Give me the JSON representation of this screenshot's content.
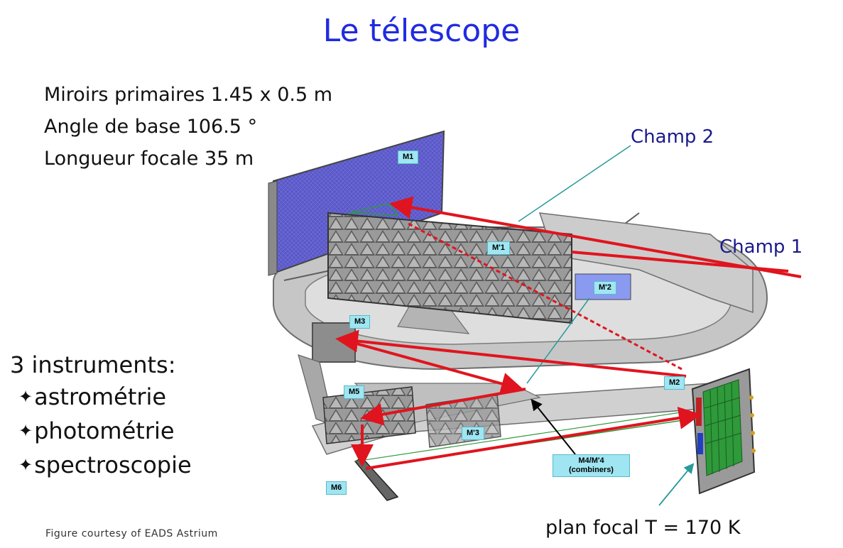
{
  "title": "Le télescope",
  "specs": [
    "Miroirs primaires  1.45 x 0.5 m",
    "Angle de base  106.5 °",
    "Longueur focale  35 m"
  ],
  "instruments": {
    "heading": "3 instruments:",
    "items": [
      "astrométrie",
      "photométrie",
      "spectroscopie"
    ],
    "bullet": "✦"
  },
  "fields": {
    "champ2": "Champ 2",
    "champ1": "Champ 1"
  },
  "mirror_labels": {
    "m1": "M1",
    "mp1": "M'1",
    "mp2": "M'2",
    "m3": "M3",
    "m2": "M2",
    "m5": "M5",
    "mp3": "M'3",
    "m6": "M6",
    "m4_line1": "M4/M'4",
    "m4_line2": "(combiners)"
  },
  "focal_plane": "plan focal  T = 170 K",
  "courtesy": "Figure courtesy of EADS Astrium",
  "colors": {
    "title": "#1f2be0",
    "field_label": "#1a1a8c",
    "beam": "#e0141e",
    "mirror_blue": "#5a58c8",
    "tag_bg": "#9fe6f2",
    "leader_teal": "#2a9a9a",
    "detector_green": "#2e9a3a"
  }
}
